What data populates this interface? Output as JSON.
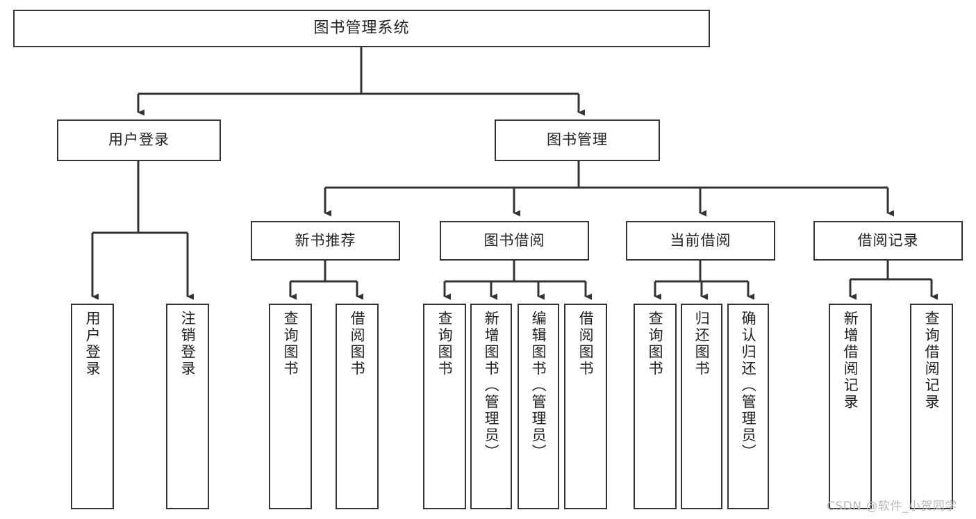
{
  "diagram": {
    "title": "图书管理系统",
    "type": "tree-structure-chart",
    "colors": {
      "box_border": "#333333",
      "box_fill": "#ffffff",
      "connector": "#333333",
      "background": "#ffffff",
      "watermark": "#b9b9b9"
    },
    "nodes": {
      "root": {
        "label": "图书管理系统",
        "level": 0,
        "orientation": "horizontal"
      },
      "level1": [
        {
          "id": "user-login",
          "label": "用户登录",
          "orientation": "horizontal"
        },
        {
          "id": "book-management",
          "label": "图书管理",
          "orientation": "horizontal"
        }
      ],
      "level2": [
        {
          "id": "new-book-recommend",
          "label": "新书推荐",
          "orientation": "horizontal",
          "parent": "book-management"
        },
        {
          "id": "book-borrow",
          "label": "图书借阅",
          "orientation": "horizontal",
          "parent": "book-management"
        },
        {
          "id": "current-borrow",
          "label": "当前借阅",
          "orientation": "horizontal",
          "parent": "book-management"
        },
        {
          "id": "borrow-record",
          "label": "借阅记录",
          "orientation": "horizontal",
          "parent": "book-management"
        }
      ],
      "leaves": [
        {
          "id": "leaf-user-login",
          "label": "用户登录",
          "parent": "user-login",
          "orientation": "vertical"
        },
        {
          "id": "leaf-logout-login",
          "label": "注销登录",
          "parent": "user-login",
          "orientation": "vertical"
        },
        {
          "id": "leaf-query-book-1",
          "label": "查询图书",
          "parent": "new-book-recommend",
          "orientation": "vertical"
        },
        {
          "id": "leaf-borrow-book-1",
          "label": "借阅图书",
          "parent": "new-book-recommend",
          "orientation": "vertical"
        },
        {
          "id": "leaf-query-book-2",
          "label": "查询图书",
          "parent": "book-borrow",
          "orientation": "vertical"
        },
        {
          "id": "leaf-add-book",
          "label": "新增图书（管理员）",
          "parent": "book-borrow",
          "orientation": "vertical"
        },
        {
          "id": "leaf-edit-book",
          "label": "编辑图书（管理员）",
          "parent": "book-borrow",
          "orientation": "vertical"
        },
        {
          "id": "leaf-borrow-book-2",
          "label": "借阅图书",
          "parent": "book-borrow",
          "orientation": "vertical"
        },
        {
          "id": "leaf-query-book-3",
          "label": "查询图书",
          "parent": "current-borrow",
          "orientation": "vertical"
        },
        {
          "id": "leaf-return-book",
          "label": "归还图书",
          "parent": "current-borrow",
          "orientation": "vertical"
        },
        {
          "id": "leaf-confirm-return",
          "label": "确认归还（管理员）",
          "parent": "current-borrow",
          "orientation": "vertical"
        },
        {
          "id": "leaf-add-record",
          "label": "新增借阅记录",
          "parent": "borrow-record",
          "orientation": "vertical"
        },
        {
          "id": "leaf-query-record",
          "label": "查询借阅记录",
          "parent": "borrow-record",
          "orientation": "vertical"
        }
      ]
    },
    "watermark": "CSDN @软件_小贺同学"
  }
}
